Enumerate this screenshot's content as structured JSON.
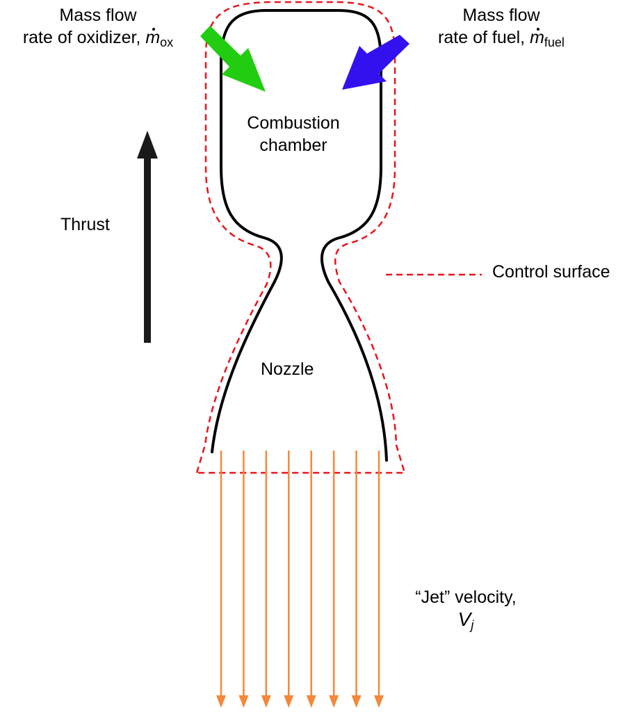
{
  "labels": {
    "oxidizer_line1": "Mass flow",
    "oxidizer_line2": "rate of oxidizer,",
    "oxidizer_symbol": "m",
    "oxidizer_subscript": "ox",
    "fuel_line1": "Mass flow",
    "fuel_line2": "rate of fuel,",
    "fuel_symbol": "m",
    "fuel_subscript": "fuel",
    "combustion_line1": "Combustion",
    "combustion_line2": "chamber",
    "thrust": "Thrust",
    "control_surface": "Control surface",
    "nozzle": "Nozzle",
    "jet_line1": "“Jet” velocity,",
    "jet_symbol": "V",
    "jet_subscript": "j"
  },
  "colors": {
    "wall": "#000000",
    "control_surface": "#e8141b",
    "oxidizer_arrow": "#22cc11",
    "fuel_arrow": "#3311ee",
    "thrust_arrow": "#1a1a1a",
    "jet_arrows": "#f5883a"
  },
  "icons": {
    "oxidizer_inflow": "arrow-down-right-icon",
    "fuel_inflow": "arrow-down-left-icon",
    "thrust": "arrow-up-icon",
    "jet": "arrow-down-icon"
  },
  "jet_arrow_count": 8
}
